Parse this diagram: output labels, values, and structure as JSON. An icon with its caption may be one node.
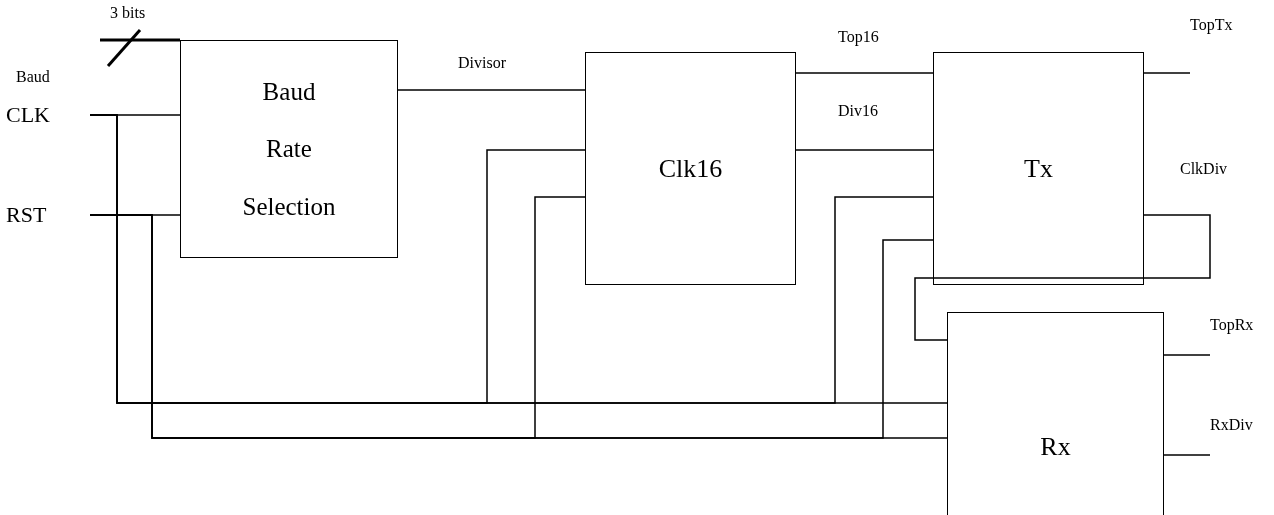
{
  "diagram": {
    "nodes": [
      {
        "text": [
          "Baud"
        ]
      },
      {
        "text": [
          "CLK"
        ]
      },
      {
        "text": [
          "RST"
        ]
      },
      {
        "text": [
          "Baud Rate Selection"
        ]
      },
      {
        "text": [
          "Clk16"
        ]
      },
      {
        "text": [
          "TopTx"
        ]
      },
      {
        "text": [
          "Tx"
        ]
      },
      {
        "text": [
          "Rx"
        ]
      },
      {
        "text": [
          "TopRx"
        ]
      },
      {
        "text": [
          "RxDiv"
        ]
      }
    ],
    "edges": [
      {
        "from": 0,
        "to": 3,
        "arrow": "none",
        "label": "3 bits"
      },
      {
        "from": 1,
        "to": 3,
        "arrow": "none"
      },
      {
        "from": 1,
        "to": 4,
        "arrow": "none"
      },
      {
        "from": 1,
        "to": 6,
        "arrow": "none"
      },
      {
        "from": 1,
        "to": 7,
        "arrow": "none"
      },
      {
        "from": 2,
        "to": 3,
        "arrow": "none"
      },
      {
        "from": 2,
        "to": 4,
        "arrow": "none"
      },
      {
        "from": 2,
        "to": 6,
        "arrow": "none"
      },
      {
        "from": 2,
        "to": 7,
        "arrow": "none"
      },
      {
        "from": 3,
        "to": 4,
        "arrow": "none",
        "label": "Divisor"
      },
      {
        "from": 4,
        "to": 6,
        "arrow": "none",
        "label": "Top16"
      },
      {
        "from": 4,
        "to": 6,
        "arrow": "none",
        "label": "Div16"
      },
      {
        "from": 6,
        "to": 5,
        "arrow": "none"
      },
      {
        "from": 6,
        "to": 7,
        "arrow": "none",
        "label": "ClkDiv"
      },
      {
        "from": 7,
        "to": 8,
        "arrow": "none"
      },
      {
        "from": 7,
        "to": 9,
        "arrow": "none"
      }
    ]
  }
}
